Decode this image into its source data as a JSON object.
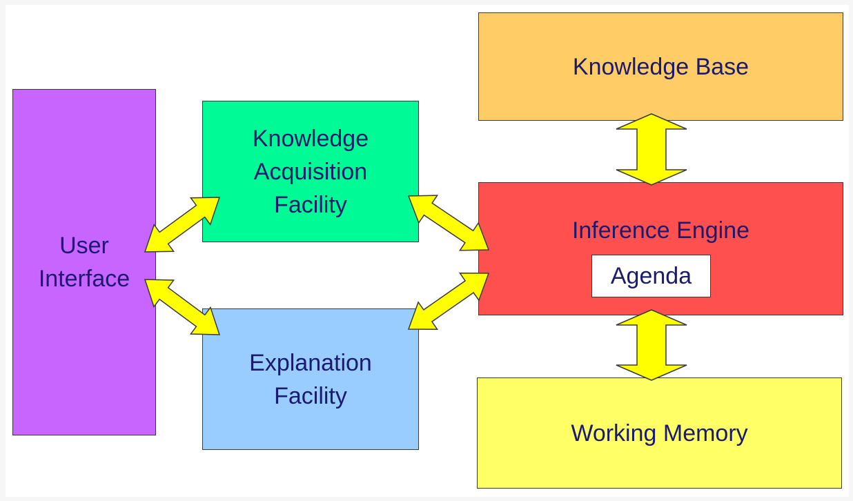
{
  "diagram": {
    "nodes": {
      "user_interface": [
        "User",
        "Interface"
      ],
      "knowledge_acquisition": [
        "Knowledge",
        "Acquisition",
        "Facility"
      ],
      "explanation": [
        "Explanation",
        "Facility"
      ],
      "knowledge_base": "Knowledge Base",
      "inference_engine": "Inference Engine",
      "agenda": "Agenda",
      "working_memory": "Working Memory"
    },
    "colors": {
      "user_interface": "#c864ff",
      "knowledge_acquisition": "#00fa96",
      "explanation": "#99ccff",
      "knowledge_base": "#ffcc66",
      "inference_engine": "#ff5050",
      "working_memory": "#ffff66",
      "arrow": "#ffff00",
      "text": "#1a1a6e"
    },
    "edges": [
      {
        "from": "user_interface",
        "to": "knowledge_acquisition",
        "type": "bidirectional"
      },
      {
        "from": "user_interface",
        "to": "explanation",
        "type": "bidirectional"
      },
      {
        "from": "knowledge_acquisition",
        "to": "inference_engine",
        "type": "bidirectional"
      },
      {
        "from": "explanation",
        "to": "inference_engine",
        "type": "bidirectional"
      },
      {
        "from": "knowledge_base",
        "to": "inference_engine",
        "type": "bidirectional"
      },
      {
        "from": "inference_engine",
        "to": "working_memory",
        "type": "bidirectional"
      }
    ]
  }
}
